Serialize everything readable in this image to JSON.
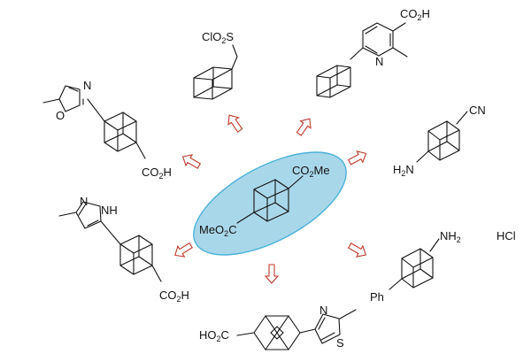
{
  "colors": {
    "arrow_stroke": "#c0392b",
    "ellipse_fill": "#a9d7ea",
    "ellipse_stroke": "#4ab2d8",
    "bond": "#111111"
  },
  "center": {
    "top_group": "CO",
    "top_group_sub": "2",
    "top_group_end": "Me",
    "bottom_group": "MeO",
    "bottom_group_sub": "2",
    "bottom_group_end": "C"
  },
  "derivatives": {
    "top_center": {
      "prefix": "ClO",
      "sub": "2",
      "suffix": "S"
    },
    "top_right_acid": {
      "prefix": "CO",
      "sub": "2",
      "suffix": "H"
    },
    "top_right_n": "N",
    "left_oxazole_o": "O",
    "left_oxazole_n": "N",
    "left_acid": {
      "prefix": "CO",
      "sub": "2",
      "suffix": "H"
    },
    "right_cn": "CN",
    "right_amine": {
      "prefix": "H",
      "sub": "2",
      "suffix": "N"
    },
    "left_pyrazole_n": "N",
    "left_pyrazole_nh": "NH",
    "lower_left_acid": {
      "prefix": "CO",
      "sub": "2",
      "suffix": "H"
    },
    "lower_right_amine": {
      "prefix": "NH",
      "sub": "2",
      "suffix": ""
    },
    "lower_right_hcl": "HCl",
    "lower_right_ph": "Ph",
    "bottom_acid": {
      "prefix": "HO",
      "sub": "2",
      "suffix": "C"
    },
    "bottom_thiazole_n": "N",
    "bottom_thiazole_s": "S"
  }
}
